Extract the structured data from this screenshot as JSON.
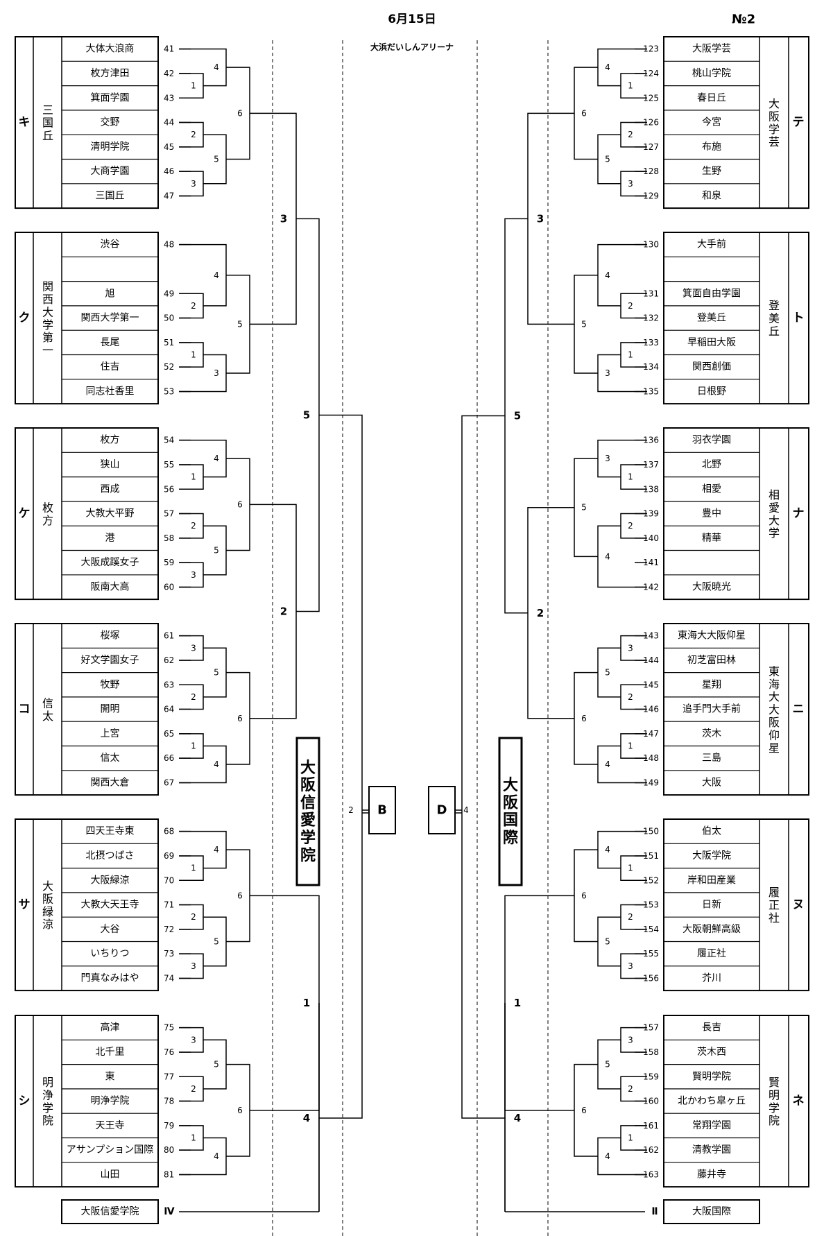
{
  "header": {
    "date": "6月15日",
    "venue": "大浜だいしんアリーナ",
    "page_no": "№2"
  },
  "left": {
    "groups": [
      {
        "letter": "キ",
        "seed": "三国丘",
        "teams": [
          "大体大浪商",
          "枚方津田",
          "箕面学園",
          "交野",
          "清明学院",
          "大商学園",
          "三国丘"
        ],
        "nums": [
          "41",
          "42",
          "43",
          "44",
          "45",
          "46",
          "47"
        ]
      },
      {
        "letter": "ク",
        "seed": "関西大学第一",
        "teams": [
          "渋谷",
          "",
          "旭",
          "関西大学第一",
          "長尾",
          "住吉",
          "同志社香里"
        ],
        "nums": [
          "48",
          "",
          "49",
          "50",
          "51",
          "52",
          "53"
        ]
      },
      {
        "letter": "ケ",
        "seed": "枚方",
        "teams": [
          "枚方",
          "狭山",
          "西成",
          "大教大平野",
          "港",
          "大阪成蹊女子",
          "阪南大高"
        ],
        "nums": [
          "54",
          "55",
          "56",
          "57",
          "58",
          "59",
          "60"
        ]
      },
      {
        "letter": "コ",
        "seed": "信太",
        "teams": [
          "桜塚",
          "好文学園女子",
          "牧野",
          "開明",
          "上宮",
          "信太",
          "関西大倉"
        ],
        "nums": [
          "61",
          "62",
          "63",
          "64",
          "65",
          "66",
          "67"
        ]
      },
      {
        "letter": "サ",
        "seed": "大阪緑涼",
        "teams": [
          "四天王寺東",
          "北摂つばさ",
          "大阪緑涼",
          "大教大天王寺",
          "大谷",
          "いちりつ",
          "門真なみはや"
        ],
        "nums": [
          "68",
          "69",
          "70",
          "71",
          "72",
          "73",
          "74"
        ]
      },
      {
        "letter": "シ",
        "seed": "明浄学院",
        "teams": [
          "高津",
          "北千里",
          "東",
          "明浄学院",
          "天王寺",
          "アサンプション国際",
          "山田"
        ],
        "nums": [
          "75",
          "76",
          "77",
          "78",
          "79",
          "80",
          "81"
        ]
      }
    ],
    "group_rounds": [
      [
        "4",
        "1",
        "6",
        "2",
        "5",
        "3"
      ],
      [
        "4",
        "2",
        "5",
        "1",
        "3"
      ],
      [
        "4",
        "1",
        "6",
        "2",
        "5",
        "3"
      ],
      [
        "3",
        "5",
        "2",
        "6",
        "1",
        "4"
      ],
      [
        "4",
        "1",
        "6",
        "2",
        "5",
        "3"
      ],
      [
        "3",
        "5",
        "2",
        "6",
        "1",
        "4"
      ]
    ],
    "upper_rounds": [
      "3",
      "5",
      "2",
      "1",
      "4"
    ],
    "bye": {
      "team": "大阪信愛学院",
      "mark": "Ⅳ"
    },
    "champion": "大阪信愛学院",
    "final_num": "2",
    "final_box": "B"
  },
  "right": {
    "groups": [
      {
        "letter": "テ",
        "seed": "大阪学芸",
        "teams": [
          "大阪学芸",
          "桃山学院",
          "春日丘",
          "今宮",
          "布施",
          "生野",
          "和泉"
        ],
        "nums": [
          "123",
          "124",
          "125",
          "126",
          "127",
          "128",
          "129"
        ]
      },
      {
        "letter": "ト",
        "seed": "登美丘",
        "teams": [
          "大手前",
          "",
          "箕面自由学園",
          "登美丘",
          "早稲田大阪",
          "関西創価",
          "日根野"
        ],
        "nums": [
          "130",
          "",
          "131",
          "132",
          "133",
          "134",
          "135"
        ]
      },
      {
        "letter": "ナ",
        "seed": "相愛大学",
        "teams": [
          "羽衣学園",
          "北野",
          "相愛",
          "豊中",
          "精華",
          "",
          "大阪暁光"
        ],
        "nums": [
          "136",
          "137",
          "138",
          "139",
          "140",
          "141",
          "142"
        ]
      },
      {
        "letter": "ニ",
        "seed": "東海大大阪仰星",
        "teams": [
          "東海大大阪仰星",
          "初芝富田林",
          "星翔",
          "追手門大手前",
          "茨木",
          "三島",
          "大阪"
        ],
        "nums": [
          "143",
          "144",
          "145",
          "146",
          "147",
          "148",
          "149"
        ]
      },
      {
        "letter": "ヌ",
        "seed": "履正社",
        "teams": [
          "伯太",
          "大阪学院",
          "岸和田産業",
          "日新",
          "大阪朝鮮高級",
          "履正社",
          "芥川"
        ],
        "nums": [
          "150",
          "151",
          "152",
          "153",
          "154",
          "155",
          "156"
        ]
      },
      {
        "letter": "ネ",
        "seed": "賢明学院",
        "teams": [
          "長吉",
          "茨木西",
          "賢明学院",
          "北かわち皐ヶ丘",
          "常翔学園",
          "清教学園",
          "藤井寺"
        ],
        "nums": [
          "157",
          "158",
          "159",
          "160",
          "161",
          "162",
          "163"
        ]
      }
    ],
    "group_rounds": [
      [
        "4",
        "1",
        "6",
        "2",
        "5",
        "3"
      ],
      [
        "4",
        "2",
        "5",
        "1",
        "3"
      ],
      [
        "3",
        "1",
        "5",
        "2",
        "4"
      ],
      [
        "3",
        "5",
        "2",
        "6",
        "1",
        "4"
      ],
      [
        "4",
        "1",
        "6",
        "2",
        "5",
        "3"
      ],
      [
        "3",
        "5",
        "2",
        "6",
        "1",
        "4"
      ]
    ],
    "upper_rounds": [
      "3",
      "5",
      "2",
      "1",
      "4"
    ],
    "bye": {
      "team": "大阪国際",
      "mark": "Ⅱ"
    },
    "champion": "大阪国際",
    "final_num": "4",
    "final_box": "D"
  }
}
